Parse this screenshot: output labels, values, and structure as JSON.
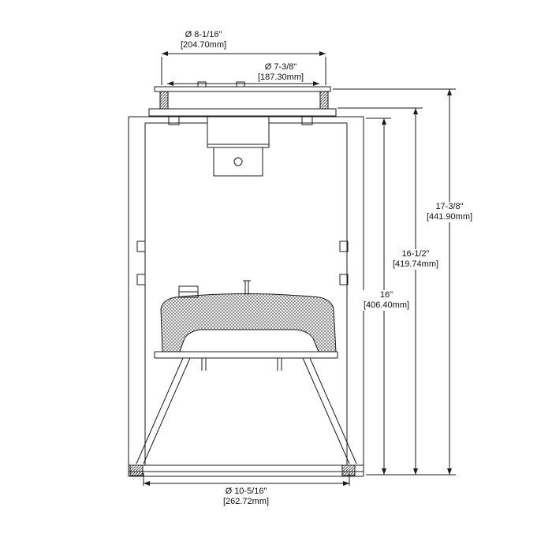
{
  "drawing": {
    "kind": "technical-dimension-drawing",
    "line_color": "#1a1a1a",
    "background_color": "#ffffff",
    "dimensions": {
      "top_outer_diameter": {
        "inches": "Ø 8-1/16\"",
        "mm": "[204.70mm]"
      },
      "top_inner_diameter": {
        "inches": "Ø 7-3/8\"",
        "mm": "[187.30mm]"
      },
      "overall_height": {
        "inches": "17-3/8\"",
        "mm": "[441.90mm]"
      },
      "mid_height": {
        "inches": "16-1/2\"",
        "mm": "[419.74mm]"
      },
      "housing_height": {
        "inches": "16\"",
        "mm": "[406.40mm]"
      },
      "bottom_diameter": {
        "inches": "Ø 10-5/16\"",
        "mm": "[262.72mm]"
      }
    }
  }
}
